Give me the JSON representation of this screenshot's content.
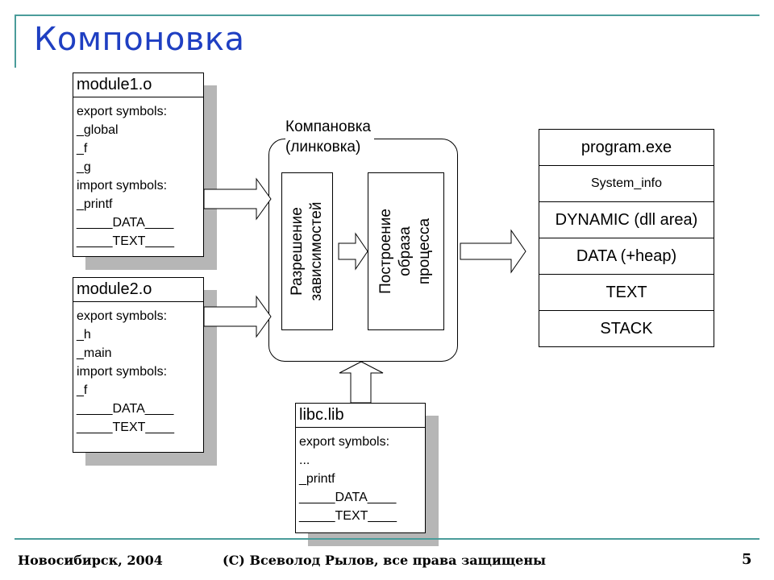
{
  "slide": {
    "title": "Компоновка",
    "page_number": "5"
  },
  "modules": [
    {
      "name": "module1.o",
      "lines": [
        "export symbols:",
        "_global",
        "_f",
        "_g",
        "import symbols:",
        "_printf",
        "_____DATA____",
        "_____TEXT____"
      ]
    },
    {
      "name": "module2.o",
      "lines": [
        "export symbols:",
        "_h",
        "_main",
        "import symbols:",
        "_f",
        "_____DATA____",
        "_____TEXT____"
      ]
    },
    {
      "name": "libc.lib",
      "lines": [
        "export symbols:",
        "...",
        "_printf",
        "_____DATA____",
        "_____TEXT____"
      ]
    }
  ],
  "linker": {
    "title_line1": "Компановка",
    "title_line2": "(линковка)",
    "stage1": [
      "Разрешение",
      "зависимостей"
    ],
    "stage2": [
      "Построение",
      "образа",
      "процесса"
    ]
  },
  "result": {
    "rows": [
      "program.exe",
      "System_info",
      "DYNAMIC (dll area)",
      "DATA (+heap)",
      "TEXT",
      "STACK"
    ]
  },
  "footer": {
    "left": "Новосибирск, 2004",
    "center": "(С) Всеволод Рылов, все права защищены"
  }
}
